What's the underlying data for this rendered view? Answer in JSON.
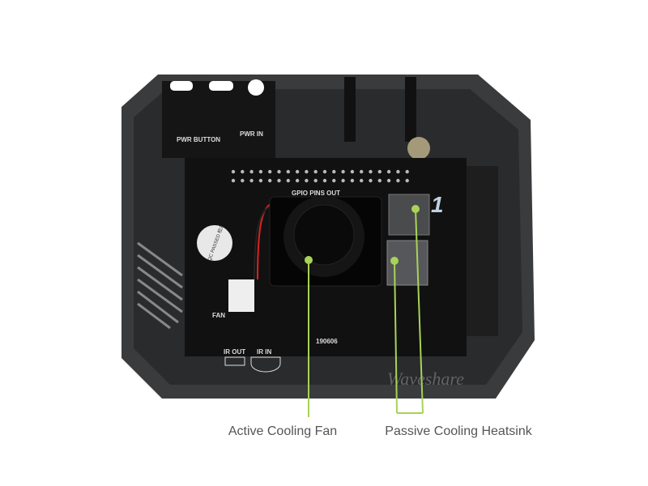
{
  "pcb_labels": {
    "pwr_button": "PWR BUTTON",
    "pwr_in": "PWR IN",
    "gpio": "GPIO PINS OUT",
    "fan": "FAN",
    "ir_out": "IR OUT",
    "ir_in": "IR IN",
    "date_code": "190606",
    "qc_sticker": "QC PASSED 检2"
  },
  "watermark": "Waveshare",
  "callouts": {
    "fan": "Active Cooling Fan",
    "heatsink": "Passive Cooling Heatsink"
  },
  "colors": {
    "callout_line": "#a8d357",
    "case": "#3a3b3d",
    "board": "#111111"
  }
}
